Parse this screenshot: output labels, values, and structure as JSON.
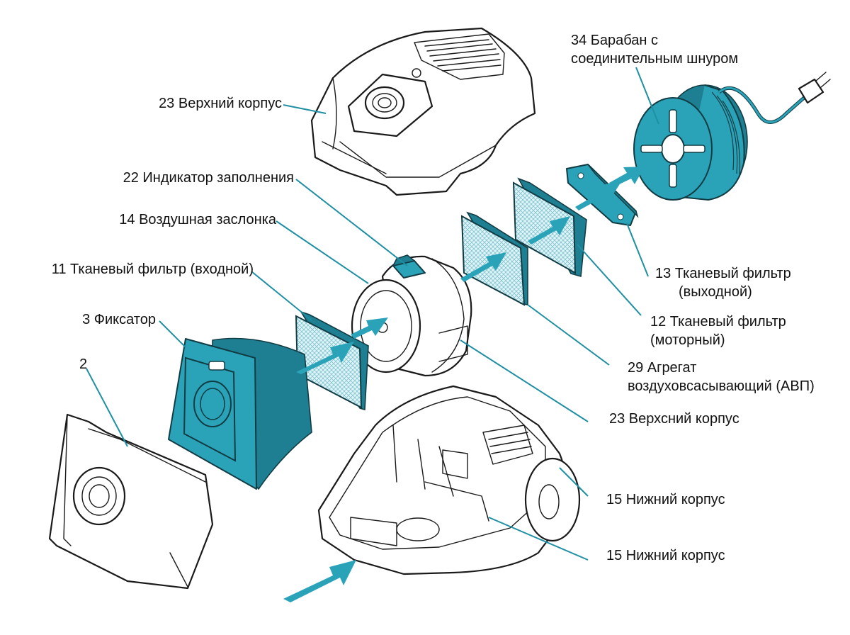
{
  "labels": {
    "drum": "34 Барабан с",
    "drum_line2": "соединительным шнуром",
    "upper_housing": "23 Верхний корпус",
    "fill_indicator": "22 Индикатор заполнения",
    "air_damper": "14 Воздушная заслонка",
    "inlet_filter": "11 Тканевый фильтр (входной)",
    "retainer": "3 Фиксатор",
    "part2": "2",
    "outlet_filter": "13 Тканевый фильтр",
    "outlet_filter_line2": "(выходной)",
    "motor_filter": "12 Тканевый фильтр",
    "motor_filter_line2": "(моторный)",
    "motor_unit": "29 Агрегат",
    "motor_unit_line2": "воздуховсасывающий (АВП)",
    "upper_housing_2": "23 Верхсний корпус",
    "lower_housing_1": "15 Нижний корпус",
    "lower_housing_2": "15 Нижний корпус"
  },
  "colors": {
    "accent": "#2aa3b8",
    "accent_dark": "#123c44",
    "outline": "#1a1a1a"
  }
}
